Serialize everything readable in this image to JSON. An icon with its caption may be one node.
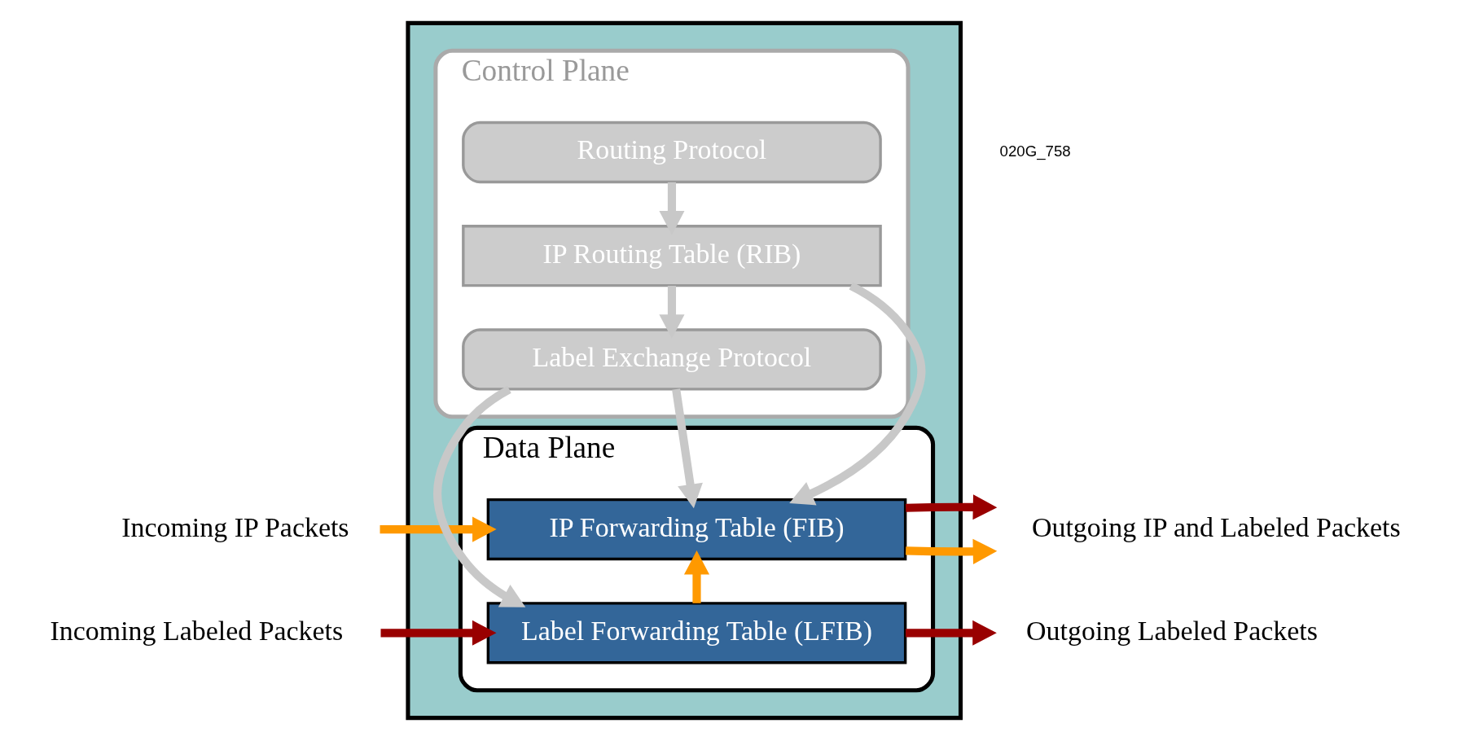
{
  "diagram": {
    "nodes": [
      {
        "text": [],
        "shape": "box"
      },
      {
        "text": [
          "Control Plane"
        ],
        "in": 0
      },
      {
        "text": [
          "Routing Protocol"
        ],
        "in": 1
      },
      {
        "text": [
          "IP Routing Table (RIB)"
        ],
        "in": 1
      },
      {
        "text": [
          "Label Exchange Protocol"
        ],
        "in": 1
      },
      {
        "text": [
          "Data Plane"
        ],
        "in": 0
      },
      {
        "text": [
          "IP Forwarding Table (FIB)"
        ],
        "in": 5
      },
      {
        "text": [
          "Label Forwarding Table (LFIB)"
        ],
        "in": 5
      },
      {
        "text": [
          "Incoming IP Packets"
        ]
      },
      {
        "text": [
          "Incoming Labeled Packets"
        ]
      },
      {
        "text": [
          "Outgoing IP and Labeled Packets"
        ]
      },
      {
        "text": [
          "Outgoing Labeled Packets"
        ]
      }
    ],
    "edges": [
      {
        "from": 2,
        "to": 3,
        "arrow": "to"
      },
      {
        "from": 3,
        "to": 4,
        "arrow": "to"
      },
      {
        "from": 4,
        "to": 6,
        "arrow": "to"
      },
      {
        "from": 3,
        "to": 6,
        "arrow": "to"
      },
      {
        "from": 4,
        "to": 7,
        "arrow": "to"
      },
      {
        "from": 7,
        "to": 6,
        "arrow": "to",
        "color": "#ff9900"
      },
      {
        "from": 8,
        "to": 6,
        "arrow": "to",
        "color": "#ff9900"
      },
      {
        "from": 9,
        "to": 7,
        "arrow": "to",
        "color": "#990000"
      },
      {
        "from": 6,
        "to": 10,
        "arrow": "to",
        "color": "#ff9900"
      },
      {
        "from": 6,
        "to": 10,
        "arrow": "to",
        "color": "#990000"
      },
      {
        "from": 7,
        "to": 11,
        "arrow": "to",
        "color": "#990000"
      }
    ],
    "labels": [
      "020G_758"
    ]
  }
}
